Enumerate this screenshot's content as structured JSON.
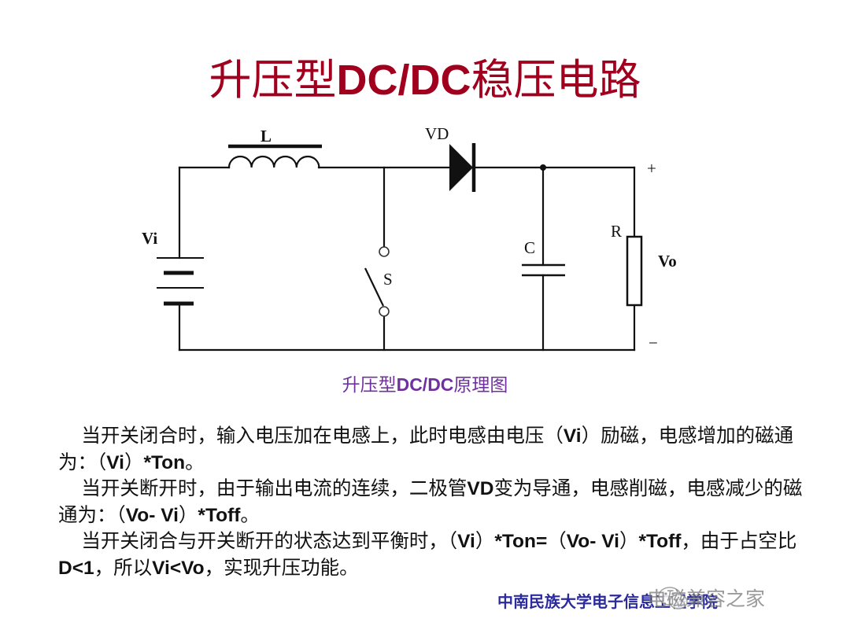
{
  "slide": {
    "title_cn_prefix": "升压型",
    "title_latin": "DC/DC",
    "title_cn_suffix": "稳压电路",
    "title_color": "#a0001e"
  },
  "circuit": {
    "labels": {
      "inductor": "L",
      "diode": "VD",
      "source": "Vi",
      "switch": "S",
      "capacitor": "C",
      "resistor": "R",
      "output": "Vo",
      "plus": "+",
      "minus": "−"
    }
  },
  "caption": {
    "cn_prefix": "升压型",
    "latin": "DC/DC",
    "cn_suffix": "原理图",
    "color": "#7030a0"
  },
  "body": {
    "p1": {
      "t1": "当开关闭合时，输入电压加在电感上，此时电感由电压（",
      "b1": "Vi",
      "t2": "）励磁，电感增加的磁通为：（",
      "b2": "Vi",
      "t3": "）",
      "b3": "*Ton",
      "t4": "。"
    },
    "p2": {
      "t1": "当开关断开时，由于输出电流的连续，二极管",
      "b1": "VD",
      "t2": "变为导通，电感削磁，电感减少的磁通为：（",
      "b2": "Vo- Vi",
      "t3": "）",
      "b3": "*Toff",
      "t4": "。"
    },
    "p3": {
      "t1": "当开关闭合与开关断开的状态达到平衡时，（",
      "b1": "Vi",
      "t2": "）",
      "b2": "*Ton=",
      "t3": "（",
      "b3": "Vo- Vi",
      "t4": "）",
      "b4": "*Toff",
      "t5": "，由于占空比",
      "b5": "D<1",
      "t6": "，所以",
      "b6": "Vi<Vo",
      "t7": "，实现升压功能。"
    }
  },
  "footer": {
    "institution": "中南民族大学电子信息工程学院",
    "color": "#2b2b9e"
  },
  "watermark": {
    "text": "电磁兼容之家",
    "icon": "wechat-icon"
  }
}
